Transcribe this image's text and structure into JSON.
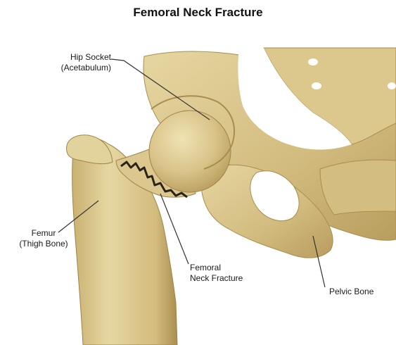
{
  "title": "Femoral Neck Fracture",
  "labels": {
    "hip_socket": {
      "line1": "Hip Socket",
      "line2": "(Acetabulum)"
    },
    "femur": {
      "line1": "Femur",
      "line2": "(Thigh Bone)"
    },
    "fracture": {
      "line1": "Femoral",
      "line2": "Neck Fracture"
    },
    "pelvic": {
      "line1": "Pelvic Bone"
    }
  },
  "colors": {
    "bone": "#d9c389",
    "bone_shadow": "#b79c5c",
    "bone_highlight": "#ece0b0",
    "fracture_line": "#2a2418",
    "leader_line": "#333333"
  }
}
